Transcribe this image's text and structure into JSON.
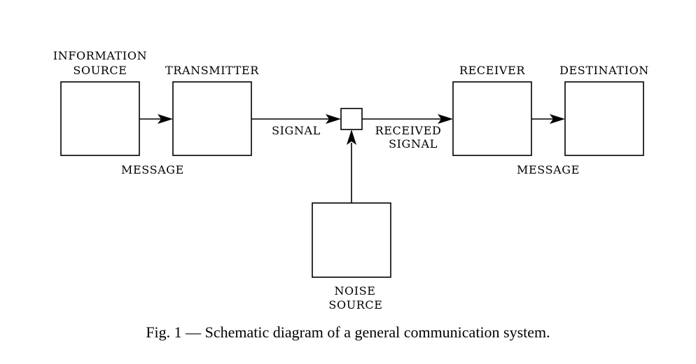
{
  "labels": {
    "information_source": [
      "INFORMATION",
      "SOURCE"
    ],
    "transmitter": "TRANSMITTER",
    "receiver": "RECEIVER",
    "destination": "DESTINATION",
    "noise_source": [
      "NOISE",
      "SOURCE"
    ],
    "signal": "SIGNAL",
    "received_signal": [
      "RECEIVED",
      "SIGNAL"
    ],
    "message_left": "MESSAGE",
    "message_right": "MESSAGE"
  },
  "caption": "Fig. 1 — Schematic diagram of a general communication system."
}
